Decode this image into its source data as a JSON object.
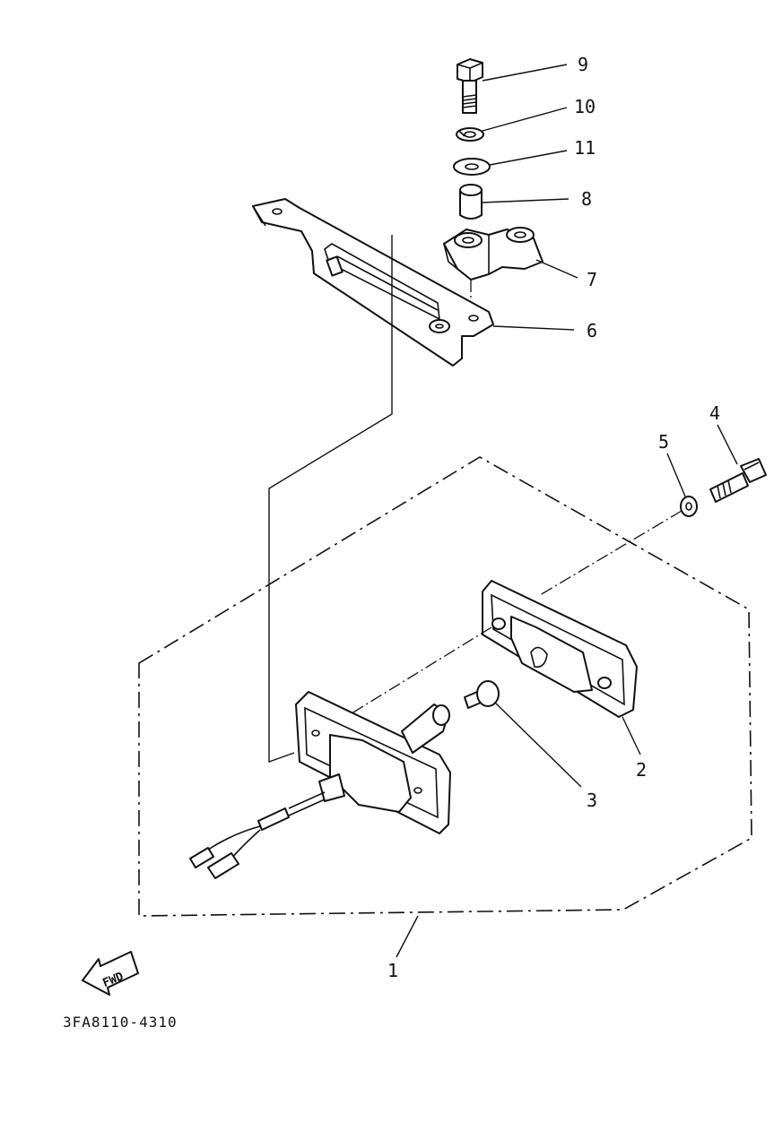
{
  "diagram": {
    "drawing_code": "3FA8110-4310",
    "fwd_label": "FWD",
    "callouts": [
      "1",
      "2",
      "3",
      "4",
      "5",
      "6",
      "7",
      "8",
      "9",
      "10",
      "11"
    ]
  }
}
